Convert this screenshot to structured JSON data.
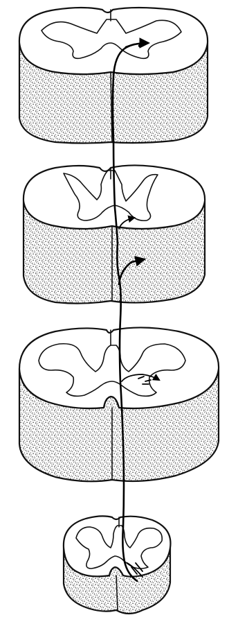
{
  "figure": {
    "segments": [
      {
        "name": "upper-segment"
      },
      {
        "name": "upper-middle-segment"
      },
      {
        "name": "lower-middle-segment"
      },
      {
        "name": "lowest-segment"
      }
    ],
    "colors": {
      "ink": "#111111",
      "paper": "#ffffff"
    },
    "icons": [
      "arrowhead-icon",
      "fiber-branch-icon"
    ]
  }
}
